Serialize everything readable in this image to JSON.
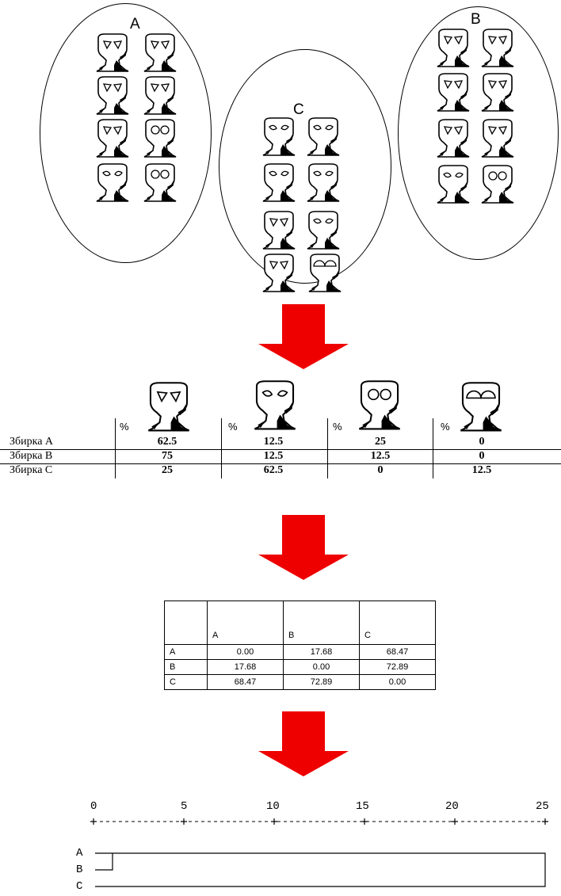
{
  "collections": {
    "a": {
      "label": "A"
    },
    "b": {
      "label": "B"
    },
    "c": {
      "label": "C"
    }
  },
  "frequency_table": {
    "percent_sign": "%",
    "rows": [
      {
        "label": "Збирка A",
        "values": [
          "62.5",
          "12.5",
          "25",
          "0"
        ]
      },
      {
        "label": "Збирка B",
        "values": [
          "75",
          "12.5",
          "12.5",
          "0"
        ]
      },
      {
        "label": "Збирка C",
        "values": [
          "25",
          "62.5",
          "0",
          "12.5"
        ]
      }
    ]
  },
  "distance_matrix": {
    "columns": [
      "A",
      "B",
      "C"
    ],
    "rows": [
      {
        "label": "A",
        "values": [
          "0.00",
          "17.68",
          "68.47"
        ]
      },
      {
        "label": "B",
        "values": [
          "17.68",
          "0.00",
          "72.89"
        ]
      },
      {
        "label": "C",
        "values": [
          "68.47",
          "72.89",
          "0.00"
        ]
      }
    ]
  },
  "dendrogram": {
    "scale_labels": [
      "0",
      "5",
      "10",
      "15",
      "20",
      "25"
    ],
    "axis_line": "+---------+---------+---------+---------+---------+",
    "leaves": [
      "A",
      "B",
      "C"
    ]
  },
  "figure_types": [
    "triangle-eyes",
    "almond-eyes",
    "circle-eyes",
    "semicircle-eyes"
  ],
  "colors": {
    "arrow": "#ee0000",
    "line": "#000000",
    "background": "#ffffff"
  }
}
